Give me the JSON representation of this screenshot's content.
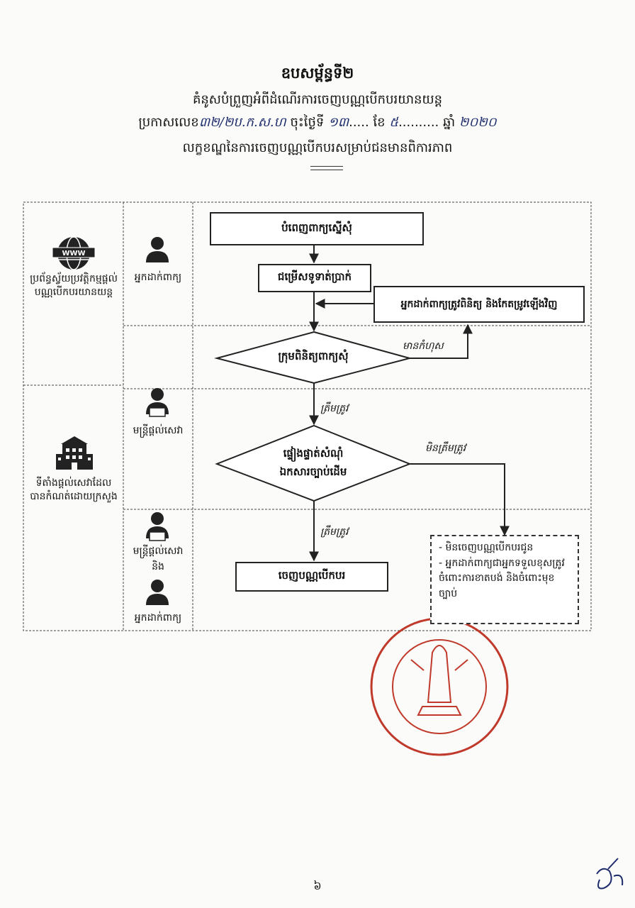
{
  "header": {
    "annex_title": "ឧបសម្ព័ន្ធទី២",
    "subtitle": "គំនូសបំព្រួញអំពីដំណើរការចេញបណ្ណបើកបរយានយន្ត",
    "proclamation_prefix": "ប្រកាសលេខ",
    "proclamation_number": "៣២/២ប.ក.ស.ហ",
    "proclamation_mid": "ចុះថ្ងៃទី",
    "day": "១៣",
    "month_label": "ខែ",
    "month": "៥",
    "year_label": "ឆ្នាំ",
    "year": "២០២០",
    "topic": "លក្ខខណ្ឌនៃការចេញបណ្ណបើកបរសម្រាប់ជនមានពិការភាព"
  },
  "left_column": [
    {
      "icon": "www-globe-icon",
      "label": "ប្រព័ន្ធស្វ័យប្រវត្តិកម្មផ្ដល់បណ្ណបើកបរយានយន្ត"
    },
    {
      "icon": "building-icon",
      "label": "ទីតាំងផ្ដល់សេវាដែលបានកំណត់ដោយក្រសួង"
    }
  ],
  "actors": {
    "applicant": "អ្នកដាក់ពាក្យ",
    "officer": "មន្ត្រីផ្ដល់សេវា",
    "and": "និង"
  },
  "flow": {
    "step_fill": "បំពេញពាក្យស្នើសុំ",
    "step_pay": "ជម្រើសទូទាត់ប្រាក់",
    "step_correct": "អ្នកដាក់ពាក្យត្រូវពិនិត្យ និងកែតម្រូវឡើងវិញ",
    "decision_check": "ក្រុមពិនិត្យពាក្យសុំ",
    "label_error": "មានកំហុស",
    "label_ok_1": "ត្រឹមត្រូវ",
    "decision_verify_1": "ផ្ទៀងផ្ទាត់សំណុំ",
    "decision_verify_2": "ឯកសារច្បាប់ដើម",
    "label_not_ok": "មិនត្រឹមត្រូវ",
    "label_ok_2": "ត្រឹមត្រូវ",
    "step_issue": "ចេញបណ្ណបើកបរ",
    "reject_1": "- មិនចេញបណ្ណបើកបរជូន",
    "reject_2": "- អ្នកដាក់ពាក្យជាអ្នកទទួលខុសត្រូវចំពោះការខាតបង់ និងចំពោះមុខច្បាប់"
  },
  "footer": {
    "page_number": "៦"
  },
  "colors": {
    "stamp": "#c0392b",
    "ink": "#1b2a6b"
  }
}
